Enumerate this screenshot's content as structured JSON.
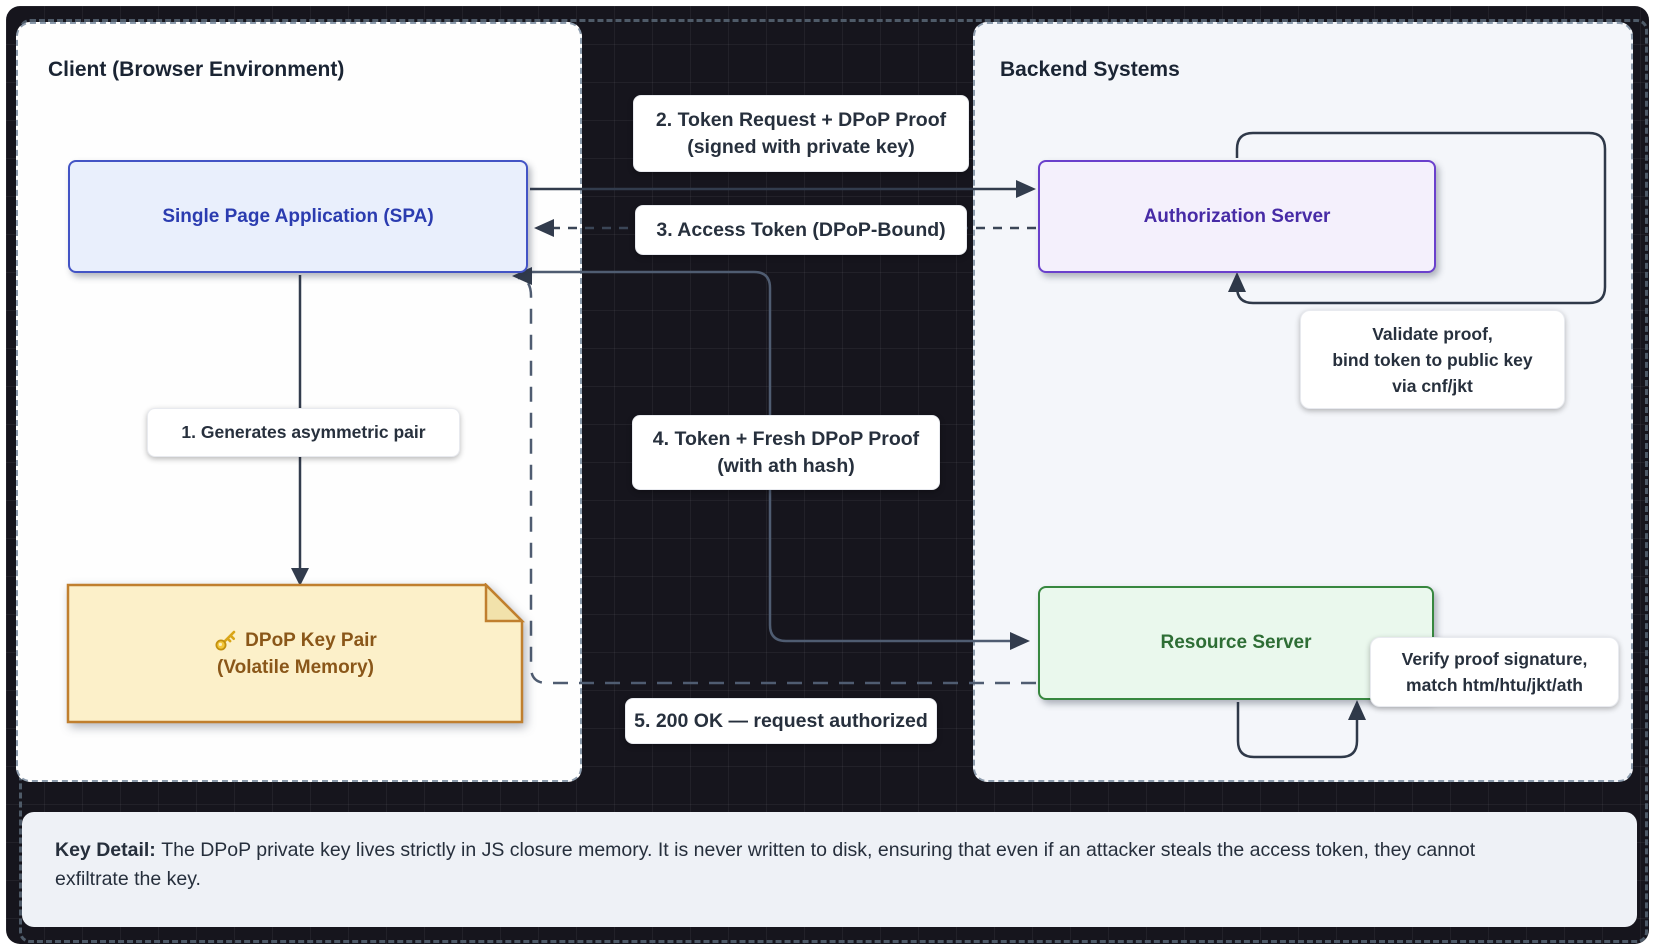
{
  "panels": {
    "client_title": "Client (Browser Environment)",
    "backend_title": "Backend Systems"
  },
  "nodes": {
    "spa": "Single Page Application (SPA)",
    "auth": "Authorization Server",
    "resource": "Resource Server",
    "keypair_line1": "DPoP Key Pair",
    "keypair_line2": "(Volatile Memory)",
    "keypair_icon": "key-icon"
  },
  "steps": {
    "s1": "1. Generates asymmetric pair",
    "s2l1": "2. Token Request + DPoP Proof",
    "s2l2": "(signed with private key)",
    "s3": "3. Access Token (DPoP-Bound)",
    "s4l1": "4. Token + Fresh DPoP Proof",
    "s4l2": "(with ath hash)",
    "s5": "5. 200 OK — request authorized"
  },
  "annotations": {
    "validate_l1": "Validate proof,",
    "validate_l2": "bind token to public key",
    "validate_l3": "via cnf/jkt",
    "verify_l1": "Verify proof signature,",
    "verify_l2": "match htm/htu/jkt/ath"
  },
  "footer": {
    "heading": "Key Detail:",
    "body": "The DPoP private key lives strictly in JS closure memory. It is never written to disk, ensuring that even if an attacker steals the access token, they cannot exfiltrate the key."
  },
  "colors": {
    "canvas_bg": "#16151d",
    "spa_fill": "#e9effc",
    "spa_border": "#4354c5",
    "spa_text": "#2b3cb0",
    "auth_fill": "#f4f0fc",
    "auth_border": "#6a40cc",
    "auth_text": "#472ba6",
    "resource_fill": "#eaf8ed",
    "resource_border": "#37873f",
    "resource_text": "#2e6e35",
    "note_fill": "#fcf0c9",
    "note_border": "#c07f2e",
    "note_text": "#8a5719",
    "edge_dark": "#323c4d",
    "edge_light": "#4f5c71"
  }
}
